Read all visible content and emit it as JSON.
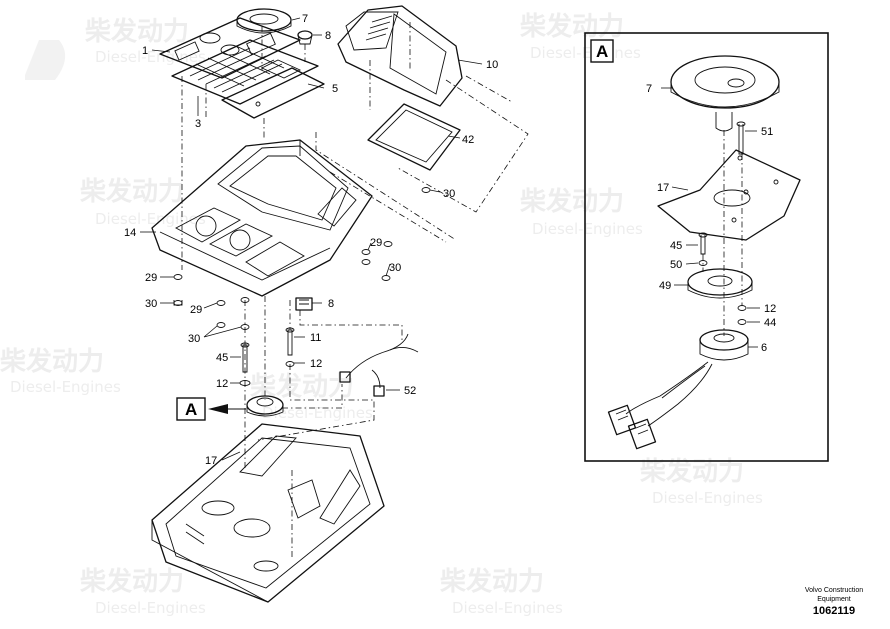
{
  "watermark": {
    "brand": "柴发动力",
    "sub": "Diesel-Engines"
  },
  "callouts": {
    "c1": "1",
    "c3": "3",
    "c5": "5",
    "c7": "7",
    "c8a": "8",
    "c10": "10",
    "c42": "42",
    "c30a": "30",
    "c14": "14",
    "c29a": "29",
    "c30b": "30",
    "c29b": "29",
    "c30c": "30",
    "c29c": "29",
    "c30d": "30",
    "c8b": "8",
    "c11": "11",
    "c45": "45",
    "c12a": "12",
    "c12b": "12",
    "c52": "52",
    "c17": "17"
  },
  "detail": {
    "label": "A",
    "c7": "7",
    "c51": "51",
    "c17": "17",
    "c45": "45",
    "c50": "50",
    "c49": "49",
    "c12": "12",
    "c44": "44",
    "c6": "6"
  },
  "ref_label": "A",
  "footer": {
    "line1": "Volvo Construction",
    "line2": "Equipment",
    "number": "1062119"
  }
}
